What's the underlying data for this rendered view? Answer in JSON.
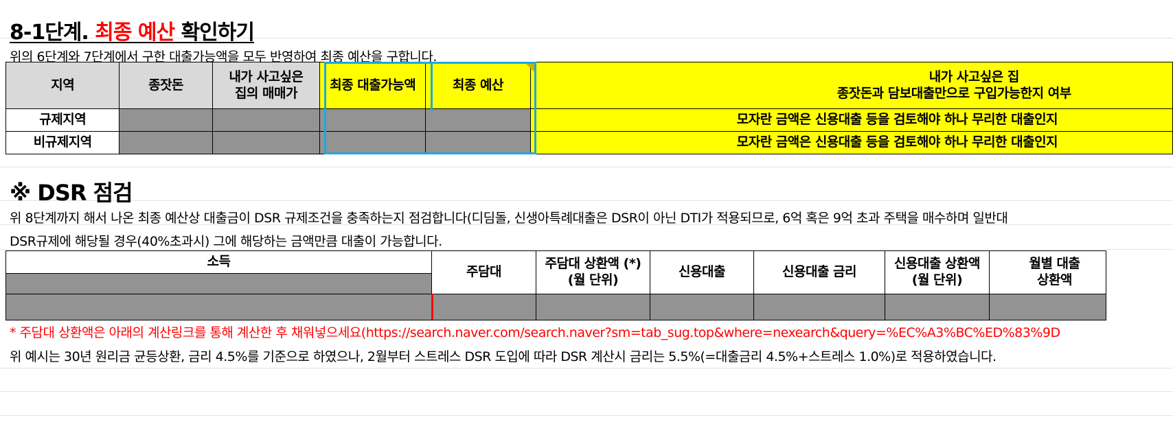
{
  "step": {
    "title_prefix": "8-1단계.",
    "title_red": "최종 예산",
    "title_suffix": "확인하기",
    "description": "위의 6단계와 7단계에서 구한 대출가능액을 모두 반영하여 최종 예산을 구합니다."
  },
  "budget_table": {
    "headers": {
      "region": "지역",
      "seed": "종잣돈",
      "price": [
        "내가 사고싶은",
        "집의 매매가"
      ],
      "final_loan": "최종 대출가능액",
      "final_budget": "최종 예산",
      "possible": [
        "내가 사고싶은 집",
        "종잣돈과 담보대출만으로 구입가능한지 여부"
      ]
    },
    "rows": [
      {
        "region": "규제지역",
        "note": "모자란 금액은 신용대출 등을 검토해야 하나 무리한 대출인지"
      },
      {
        "region": "비규제지역",
        "note": "모자란 금액은 신용대출 등을 검토해야 하나 무리한 대출인지"
      }
    ]
  },
  "dsr": {
    "title": "※ DSR 점검",
    "line1": "위 8단계까지 해서 나온 최종 예산상 대출금이 DSR 규제조건을 충족하는지 점검합니다(디딤돌, 신생아특례대출은 DSR이 아닌 DTI가 적용되므로, 6억 혹은 9억 초과 주택을 매수하며 일반대",
    "line2": "DSR규제에 해당될 경우(40%초과시) 그에 해당하는 금액만큼 대출이 가능합니다.",
    "headers": {
      "income": "소득",
      "mortgage": "주담대",
      "mortgage_repay": [
        "주담대 상환액 (*)",
        "(월 단위)"
      ],
      "credit_loan": "신용대출",
      "credit_rate": "신용대출 금리",
      "credit_repay": [
        "신용대출 상환액",
        "(월 단위)"
      ],
      "monthly_total": [
        "월별 대출",
        "상환액"
      ]
    },
    "note_red": "* 주담대 상환액은 아래의 계산링크를 통해 계산한 후 채워넣으세요(https://search.naver.com/search.naver?sm=tab_sug.top&where=nexearch&query=%EC%A3%BC%ED%83%9D",
    "note": "위 예시는 30년 원리금 균등상환, 금리 4.5%를 기준으로 하였으나, 2월부터 스트레스 DSR 도입에 따라 DSR 계산시 금리는 5.5%(=대출금리 4.5%+스트레스 1.0%)로 적용하였습니다."
  },
  "colors": {
    "header_gray": "#d9d9d9",
    "highlight_yellow": "#ffff00",
    "masked_gray": "#939393",
    "selection_blue": "#1fa7e0",
    "red": "#ff0000"
  }
}
